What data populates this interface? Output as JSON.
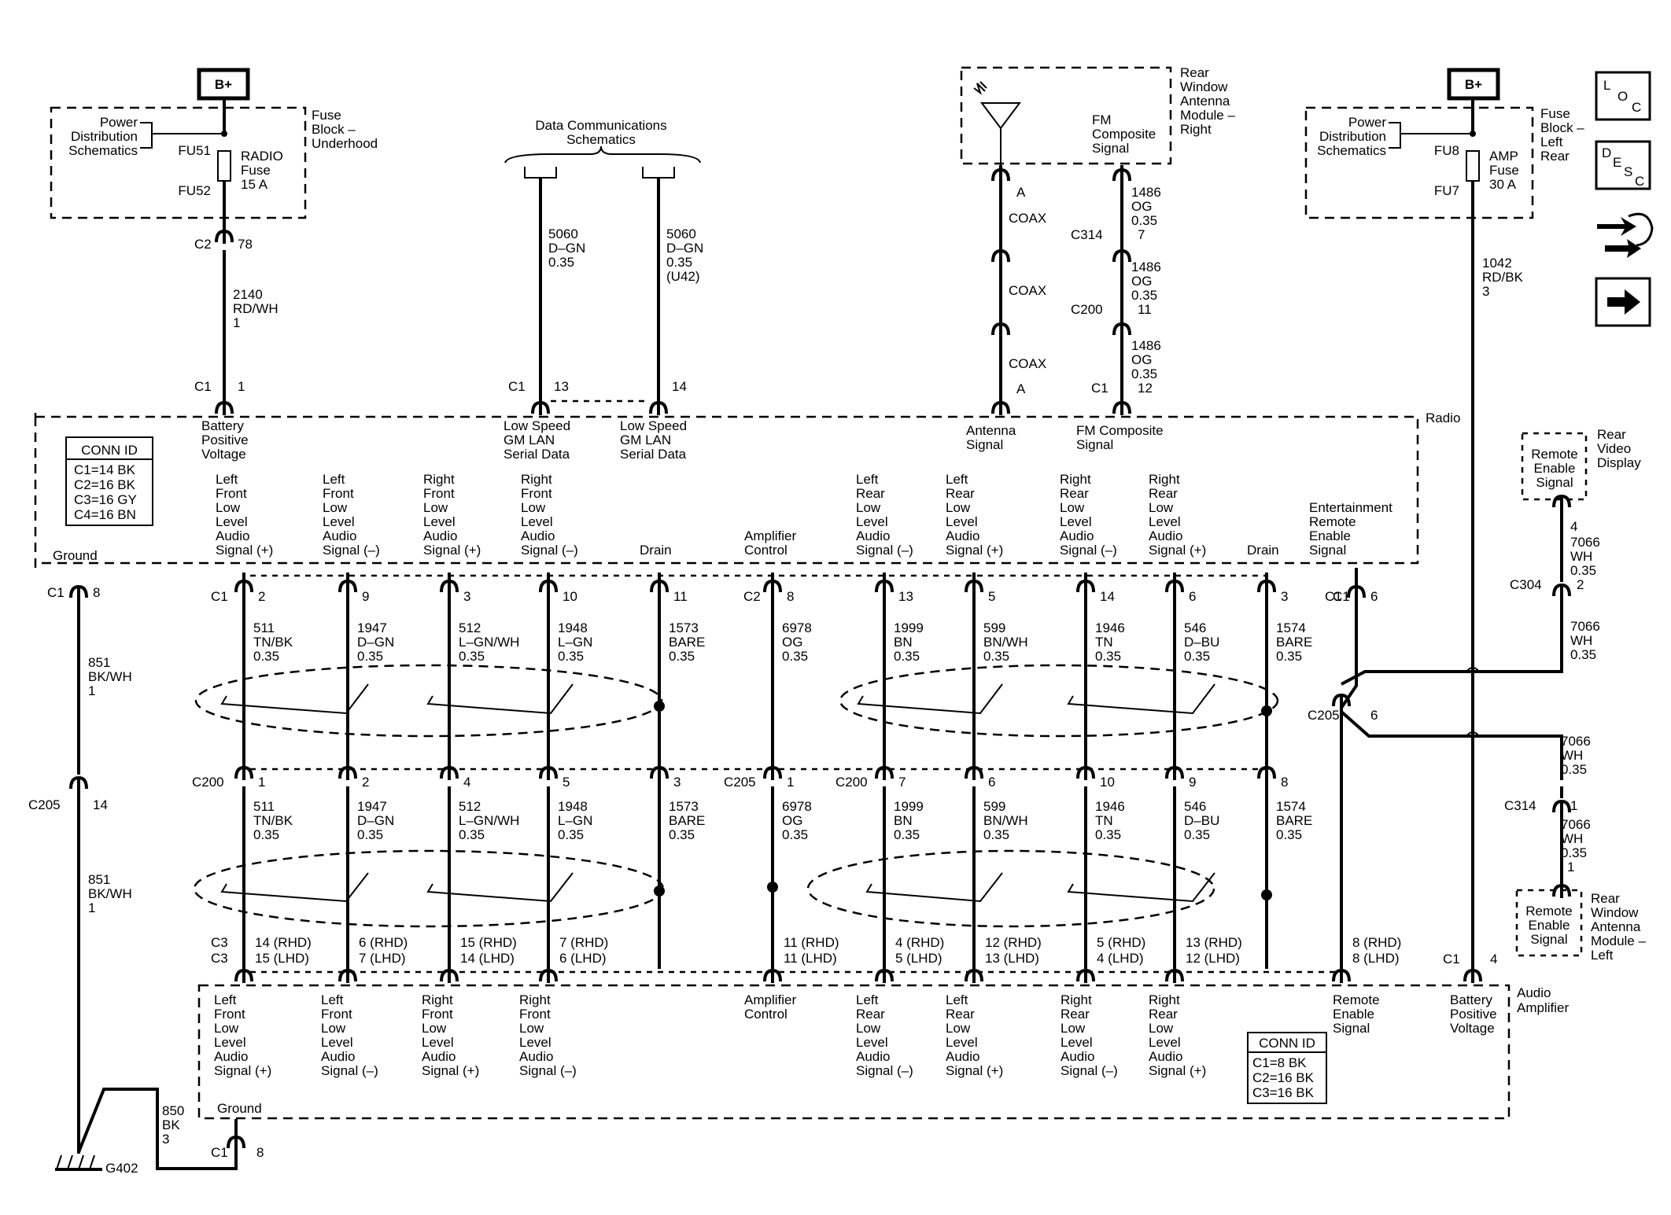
{
  "modules": {
    "radio": {
      "name": "Radio",
      "conn_title": "CONN ID",
      "conn_rows": [
        "C1=14 BK",
        "C2=16 BK",
        "C3=16 GY",
        "C4=16 BN"
      ]
    },
    "amplifier": {
      "name": [
        "Audio",
        "Amplifier"
      ],
      "conn_title": "CONN ID",
      "conn_rows": [
        "C1=8 BK",
        "C2=16 BK",
        "C3=16 BK"
      ]
    },
    "fuse_underhood": {
      "name": [
        "Fuse",
        "Block –",
        "Underhood"
      ],
      "pds": [
        "Power",
        "Distribution",
        "Schematics"
      ],
      "terminals": [
        "FU51",
        "FU52"
      ],
      "fuse": [
        "RADIO",
        "Fuse",
        "15 A"
      ]
    },
    "fuse_rear": {
      "name": [
        "Fuse",
        "Block –",
        "Left",
        "Rear"
      ],
      "pds": [
        "Power",
        "Distribution",
        "Schematics"
      ],
      "terminals": [
        "FU8",
        "FU7"
      ],
      "fuse": [
        "AMP",
        "Fuse",
        "30 A"
      ]
    },
    "antenna_module": {
      "name": [
        "Rear",
        "Window",
        "Antenna",
        "Module –",
        "Right"
      ],
      "signal": [
        "FM",
        "Composite",
        "Signal"
      ]
    },
    "rear_video": {
      "name": [
        "Rear",
        "Video",
        "Display"
      ],
      "signal": [
        "Remote",
        "Enable",
        "Signal"
      ]
    },
    "antenna_left": {
      "name": [
        "Rear",
        "Window",
        "Antenna",
        "Module –",
        "Left"
      ],
      "signal": [
        "Remote",
        "Enable",
        "Signal"
      ]
    },
    "data_comm": [
      "Data Communications",
      "Schematics"
    ]
  },
  "power_labels": {
    "bplus": "B+"
  },
  "radio_pins_top": [
    [
      "Battery",
      "Positive",
      "Voltage"
    ],
    [
      "Low Speed",
      "GM LAN",
      "Serial Data"
    ],
    [
      "Low Speed",
      "GM LAN",
      "Serial Data"
    ],
    [
      "Antenna",
      "Signal"
    ],
    [
      "FM Composite",
      "Signal"
    ]
  ],
  "radio_pins_bottom": [
    [
      "Ground"
    ],
    [
      "Left",
      "Front",
      "Low",
      "Level",
      "Audio",
      "Signal (+)"
    ],
    [
      "Left",
      "Front",
      "Low",
      "Level",
      "Audio",
      "Signal (–)"
    ],
    [
      "Right",
      "Front",
      "Low",
      "Level",
      "Audio",
      "Signal (+)"
    ],
    [
      "Right",
      "Front",
      "Low",
      "Level",
      "Audio",
      "Signal (–)"
    ],
    [
      "Drain"
    ],
    [
      "Amplifier",
      "Control"
    ],
    [
      "Left",
      "Rear",
      "Low",
      "Level",
      "Audio",
      "Signal (–)"
    ],
    [
      "Left",
      "Rear",
      "Low",
      "Level",
      "Audio",
      "Signal (+)"
    ],
    [
      "Right",
      "Rear",
      "Low",
      "Level",
      "Audio",
      "Signal (–)"
    ],
    [
      "Right",
      "Rear",
      "Low",
      "Level",
      "Audio",
      "Signal (+)"
    ],
    [
      "Drain"
    ],
    [
      "Entertainment",
      "Remote",
      "Enable",
      "Signal"
    ]
  ],
  "amp_pins": [
    [
      "Left",
      "Front",
      "Low",
      "Level",
      "Audio",
      "Signal (+)"
    ],
    [
      "Left",
      "Front",
      "Low",
      "Level",
      "Audio",
      "Signal (–)"
    ],
    [
      "Right",
      "Front",
      "Low",
      "Level",
      "Audio",
      "Signal (+)"
    ],
    [
      "Right",
      "Front",
      "Low",
      "Level",
      "Audio",
      "Signal (–)"
    ],
    [
      "Amplifier",
      "Control"
    ],
    [
      "Left",
      "Rear",
      "Low",
      "Level",
      "Audio",
      "Signal (–)"
    ],
    [
      "Left",
      "Rear",
      "Low",
      "Level",
      "Audio",
      "Signal (+)"
    ],
    [
      "Right",
      "Rear",
      "Low",
      "Level",
      "Audio",
      "Signal (–)"
    ],
    [
      "Right",
      "Rear",
      "Low",
      "Level",
      "Audio",
      "Signal (+)"
    ],
    [
      "Remote",
      "Enable",
      "Signal"
    ],
    [
      "Battery",
      "Positive",
      "Voltage"
    ],
    [
      "Ground"
    ]
  ],
  "wires_upper": [
    [
      "511",
      "TN/BK",
      "0.35"
    ],
    [
      "1947",
      "D–GN",
      "0.35"
    ],
    [
      "512",
      "L–GN/WH",
      "0.35"
    ],
    [
      "1948",
      "L–GN",
      "0.35"
    ],
    [
      "1573",
      "BARE",
      "0.35"
    ],
    [
      "6978",
      "OG",
      "0.35"
    ],
    [
      "1999",
      "BN",
      "0.35"
    ],
    [
      "599",
      "BN/WH",
      "0.35"
    ],
    [
      "1946",
      "TN",
      "0.35"
    ],
    [
      "546",
      "D–BU",
      "0.35"
    ],
    [
      "1574",
      "BARE",
      "0.35"
    ],
    [
      "7066",
      "WH",
      "0.35"
    ]
  ],
  "wires_lower": [
    [
      "511",
      "TN/BK",
      "0.35"
    ],
    [
      "1947",
      "D–GN",
      "0.35"
    ],
    [
      "512",
      "L–GN/WH",
      "0.35"
    ],
    [
      "1948",
      "L–GN",
      "0.35"
    ],
    [
      "1573",
      "BARE",
      "0.35"
    ],
    [
      "6978",
      "OG",
      "0.35"
    ],
    [
      "1999",
      "BN",
      "0.35"
    ],
    [
      "599",
      "BN/WH",
      "0.35"
    ],
    [
      "1946",
      "TN",
      "0.35"
    ],
    [
      "546",
      "D–BU",
      "0.35"
    ],
    [
      "1574",
      "BARE",
      "0.35"
    ],
    [
      "7066",
      "WH",
      "0.35"
    ]
  ],
  "wires_misc": {
    "batt": [
      "2140",
      "RD/WH",
      "1"
    ],
    "lan1": [
      "5060",
      "D–GN",
      "0.35"
    ],
    "lan2": [
      "5060",
      "D–GN",
      "0.35",
      "(U42)"
    ],
    "fm1": [
      "1486",
      "OG",
      "0.35",
      "7"
    ],
    "fm2": [
      "1486",
      "OG",
      "0.35",
      "11"
    ],
    "fm3": [
      "1486",
      "OG",
      "0.35",
      "12"
    ],
    "amp_batt": [
      "1042",
      "RD/BK",
      "3"
    ],
    "gnd1": [
      "851",
      "BK/WH",
      "1"
    ],
    "gnd2": [
      "851",
      "BK/WH",
      "1"
    ],
    "gnd3": [
      "850",
      "BK",
      "3"
    ],
    "rv1": [
      "7066",
      "WH",
      "0.35",
      "2"
    ],
    "rv2": [
      "7066",
      "WH",
      "0.35"
    ],
    "ra1": [
      "7066",
      "WH",
      "0.35"
    ],
    "ra2": [
      "7066",
      "WH",
      "0.35",
      "1"
    ],
    "coax": "COAX"
  },
  "connectors": {
    "c2": "C2",
    "c1": "C1",
    "c3": "C3",
    "c200": "C200",
    "c205": "C205",
    "c304": "C304",
    "c314": "C314",
    "g402": "G402",
    "p78": "78",
    "p1": "1",
    "p13": "13",
    "p14": "14",
    "pA": "A",
    "p8": "8",
    "p4": "4",
    "p6": "6",
    "p7": "7",
    "p11": "11",
    "p12": "12",
    "top_pins": [
      "2",
      "9",
      "3",
      "10",
      "11",
      "8",
      "13",
      "5",
      "14",
      "6",
      "3",
      "6"
    ],
    "mid_pins": [
      "1",
      "2",
      "4",
      "5",
      "3",
      "1",
      "7",
      "6",
      "10",
      "9",
      "8"
    ],
    "bot_rhd": [
      "14 (RHD)",
      "6 (RHD)",
      "15 (RHD)",
      "7 (RHD)",
      "11 (RHD)",
      "4 (RHD)",
      "12 (RHD)",
      "5 (RHD)",
      "13 (RHD)",
      "8 (RHD)"
    ],
    "bot_lhd": [
      "15 (LHD)",
      "7 (LHD)",
      "14 (LHD)",
      "6 (LHD)",
      "11 (LHD)",
      "5 (LHD)",
      "13 (LHD)",
      "4 (LHD)",
      "12 (LHD)",
      "8 (LHD)"
    ]
  },
  "nav": {
    "loc": [
      "L",
      "O",
      "C"
    ],
    "desc": [
      "D",
      "E",
      "S",
      "C"
    ]
  }
}
